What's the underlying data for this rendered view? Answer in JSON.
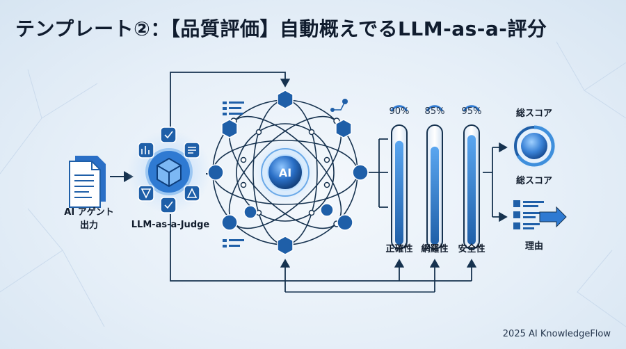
{
  "title": "テンプレート②：【品質評価】自動概えでるLLM-as-a-評分",
  "input_label_line1": "AI アゲント",
  "input_label_line2": "出力",
  "judge_label": "LLM-as-a-Judge",
  "core_label": "AI",
  "metrics": [
    {
      "name": "正確性",
      "percent_text": "90%",
      "value": 0.9
    },
    {
      "name": "網羅性",
      "percent_text": "85%",
      "value": 0.85
    },
    {
      "name": "安全性",
      "percent_text": "95%",
      "value": 0.95
    }
  ],
  "score_label_top": "総スコア",
  "score_label_bottom": "総スコア",
  "reason_label": "理由",
  "footer": "2025 AI KnowledgeFlow",
  "colors": {
    "primary": "#1f5fa8",
    "accent": "#3f8fdc",
    "dark": "#16324f",
    "light": "#cfe2f5"
  }
}
